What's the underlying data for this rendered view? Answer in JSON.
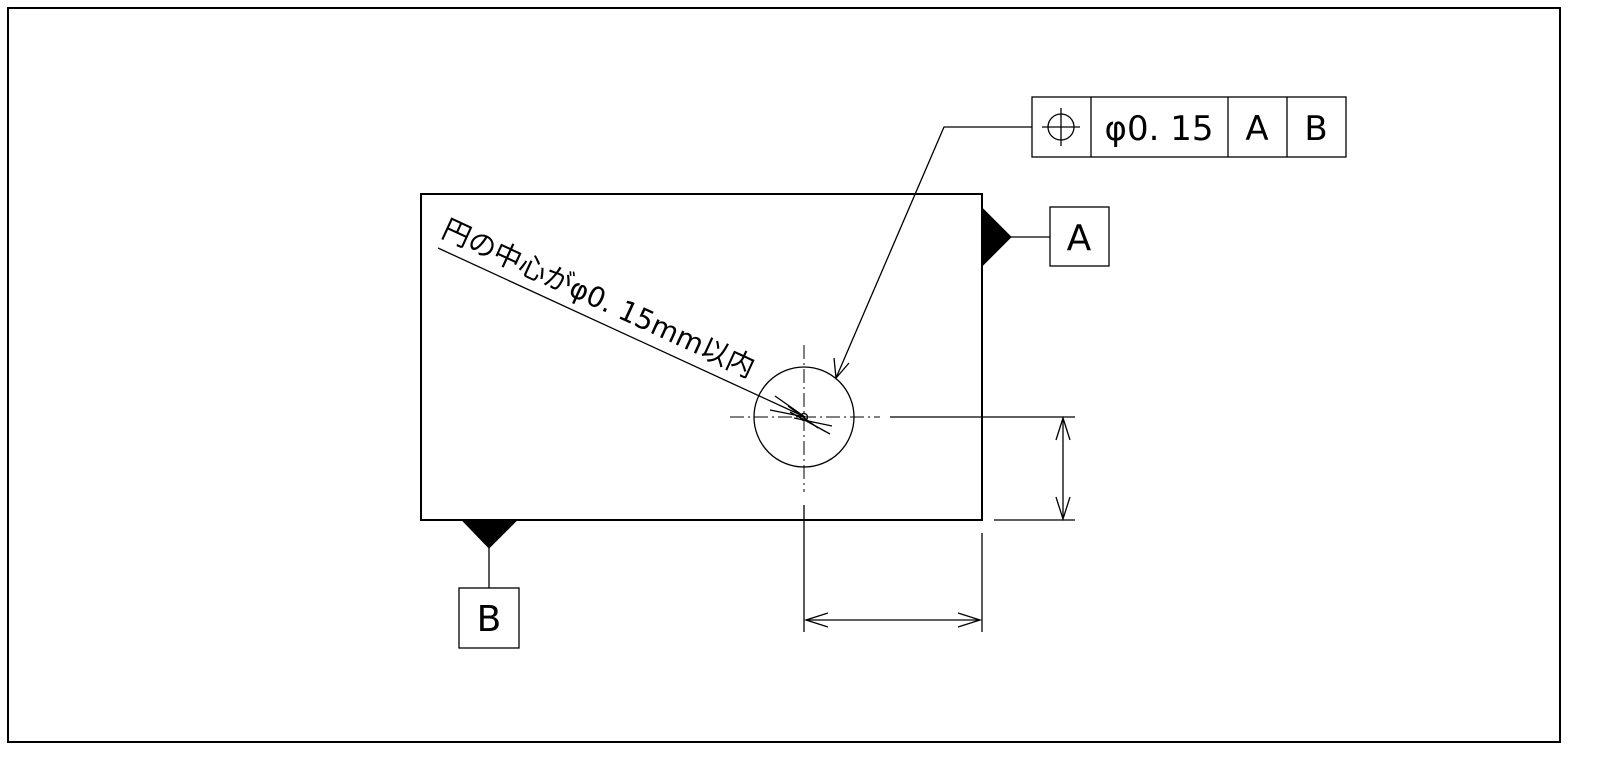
{
  "drawing": {
    "annotation": "円の中心がφ0. 15mm以内",
    "feature_control_frame": {
      "symbol": "position-tolerance-symbol",
      "tolerance": "φ0. 15",
      "datum_primary": "A",
      "datum_secondary": "B"
    },
    "datum_labels": {
      "a": "A",
      "b": "B"
    }
  }
}
